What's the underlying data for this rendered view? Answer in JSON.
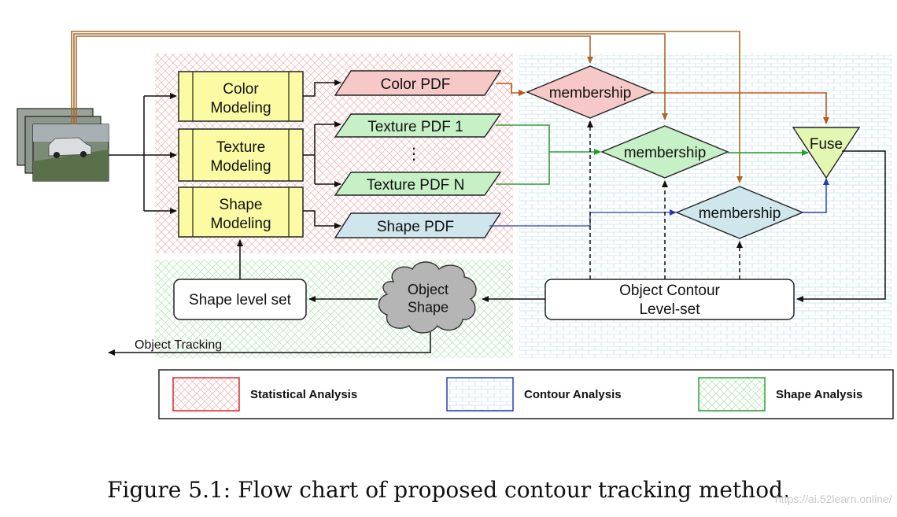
{
  "nodes": {
    "color_modeling": "Color\nModeling",
    "texture_modeling": "Texture\nModeling",
    "shape_modeling": "Shape\nModeling",
    "color_pdf": "Color PDF",
    "texture_pdf_1": "Texture PDF 1",
    "texture_pdf_dots": "⋮",
    "texture_pdf_n": "Texture PDF N",
    "shape_pdf": "Shape PDF",
    "membership_color": "membership",
    "membership_texture": "membership",
    "membership_shape": "membership",
    "fuse": "Fuse",
    "object_contour": "Object Contour\nLevel-set",
    "object_shape": "Object\nShape",
    "shape_level_set": "Shape level set",
    "object_tracking": "Object Tracking"
  },
  "legend": [
    {
      "label": "Statistical Analysis",
      "color": "#e0282e"
    },
    {
      "label": "Contour Analysis",
      "color": "#2b3db8"
    },
    {
      "label": "Shape Analysis",
      "color": "#2e9e3a"
    }
  ],
  "colors": {
    "color_pdf_fill": "#f7c8c8",
    "texture_pdf_fill": "#c6f0c6",
    "shape_pdf_fill": "#cfe6ec",
    "modeling_fill": "#fbfba3",
    "membership_color_fill": "#f7c8c8",
    "membership_texture_fill": "#c6f0c6",
    "membership_shape_fill": "#cfe6ec",
    "fuse_fill": "#e3f7b3",
    "cloud_fill": "#b5b5b5",
    "feed_line": "#a86a2a",
    "color_line": "#c0501e",
    "texture_line": "#3a9a3a",
    "shape_line": "#2a3aa8"
  },
  "caption": "Figure 5.1: Flow chart of proposed contour tracking method.",
  "watermark": "https://ai.52learn.online/"
}
